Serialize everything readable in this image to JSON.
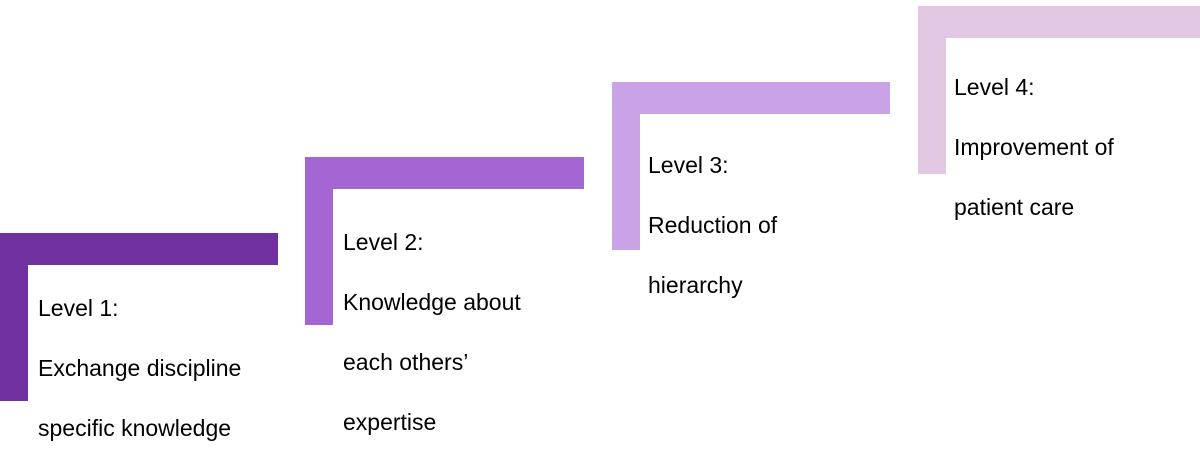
{
  "colors": {
    "step1": "#7030a0",
    "step2": "#a466d2",
    "step3": "#c9a3e6",
    "step4": "#e3c8e3"
  },
  "steps": [
    {
      "level": "Level 1:",
      "line1": "Exchange discipline",
      "line2": "specific knowledge"
    },
    {
      "level": "Level 2:",
      "line1": "Knowledge about",
      "line2": "each others’",
      "line3": "expertise"
    },
    {
      "level": "Level 3:",
      "line1": "Reduction of",
      "line2": "hierarchy"
    },
    {
      "level": "Level 4:",
      "line1": "Improvement of",
      "line2": "patient care"
    }
  ]
}
